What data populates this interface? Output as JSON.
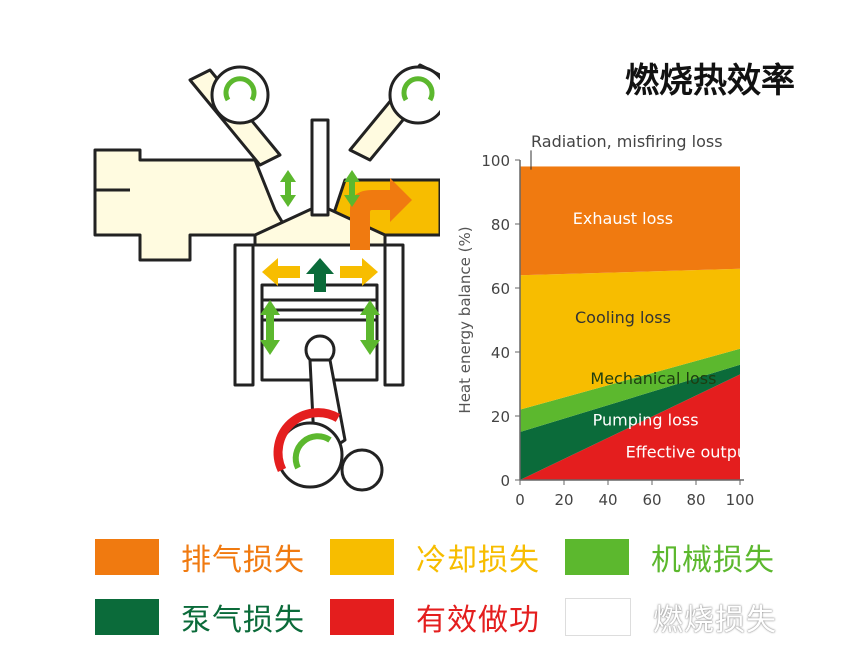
{
  "colors": {
    "exhaust": "#f07a10",
    "cooling": "#f7bd00",
    "mechanical": "#5cb82e",
    "pumping": "#0b6b3a",
    "effective": "#e41e1e",
    "radiation": "#ffffff",
    "engine_body": "#fffbe0",
    "engine_stroke": "#222222"
  },
  "chart_data": {
    "type": "area",
    "title": "燃烧热效率",
    "ylabel": "Heat energy balance (%)",
    "xlabel": "",
    "xlim": [
      0,
      100
    ],
    "ylim": [
      0,
      100
    ],
    "x_ticks": [
      "0",
      "20",
      "40",
      "60",
      "80",
      "100"
    ],
    "y_ticks": [
      "0",
      "20",
      "40",
      "60",
      "80",
      "100"
    ],
    "x": [
      0,
      100
    ],
    "series": [
      {
        "name": "Effective output",
        "values": [
          0,
          33
        ],
        "label_at": [
          48,
          7
        ]
      },
      {
        "name": "Pumping loss",
        "values": [
          15,
          3
        ],
        "label_at": [
          33,
          17
        ]
      },
      {
        "name": "Mechanical loss",
        "values": [
          7,
          5
        ],
        "label_at": [
          32,
          30
        ]
      },
      {
        "name": "Cooling loss",
        "values": [
          42,
          25
        ],
        "label_at": [
          25,
          49
        ]
      },
      {
        "name": "Exhaust loss",
        "values": [
          34,
          32
        ],
        "label_at": [
          24,
          80
        ]
      },
      {
        "name": "Radiation, misfiring loss",
        "values": [
          2,
          2
        ],
        "label_at": [
          5,
          104
        ]
      }
    ]
  },
  "legend": [
    {
      "label": "排气损失",
      "color": "#f07a10",
      "text_color": "#f07a10"
    },
    {
      "label": "冷却损失",
      "color": "#f7bd00",
      "text_color": "#f7bd00"
    },
    {
      "label": "机械损失",
      "color": "#5cb82e",
      "text_color": "#5cb82e"
    },
    {
      "label": "泵气损失",
      "color": "#0b6b3a",
      "text_color": "#0b6b3a"
    },
    {
      "label": "有效做功",
      "color": "#e41e1e",
      "text_color": "#e41e1e"
    },
    {
      "label": "燃烧损失",
      "color": "#ffffff",
      "text_color": "#ffffff"
    }
  ]
}
